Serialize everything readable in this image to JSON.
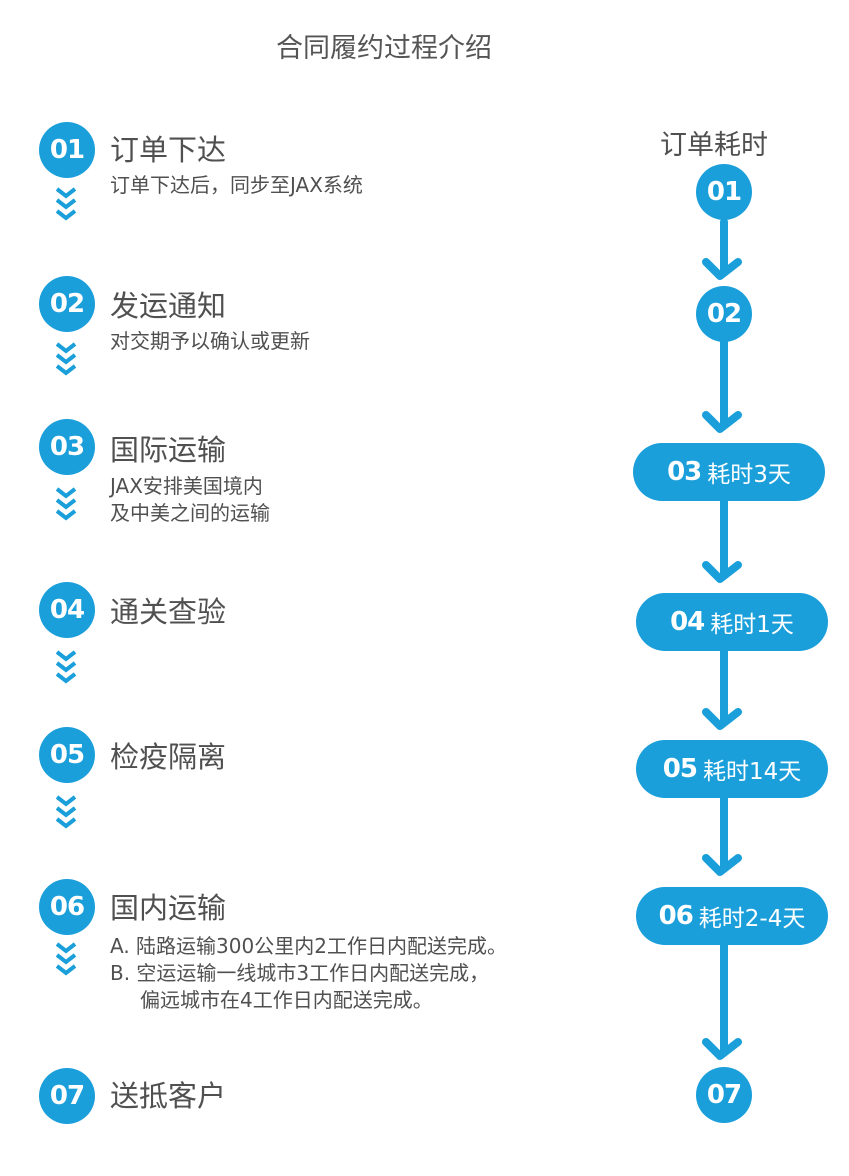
{
  "title": "合同履约过程介绍",
  "right_heading": "订单耗时",
  "steps": [
    {
      "num": "01",
      "title": "订单下达",
      "desc": [
        "订单下达后，同步至JAX系统"
      ]
    },
    {
      "num": "02",
      "title": "发运通知",
      "desc": [
        "对交期予以确认或更新"
      ]
    },
    {
      "num": "03",
      "title": "国际运输",
      "desc": [
        "JAX安排美国境内",
        "及中美之间的运输"
      ]
    },
    {
      "num": "04",
      "title": "通关查验",
      "desc": []
    },
    {
      "num": "05",
      "title": "检疫隔离",
      "desc": []
    },
    {
      "num": "06",
      "title": "国内运输",
      "desc": [
        "A. 陆路运输300公里内2工作日内配送完成。",
        "B. 空运运输一线城市3工作日内配送完成，",
        "偏远城市在4工作日内配送完成。"
      ]
    },
    {
      "num": "07",
      "title": "送抵客户",
      "desc": []
    }
  ],
  "timeline": [
    {
      "num": "01",
      "duration": ""
    },
    {
      "num": "02",
      "duration": ""
    },
    {
      "num": "03",
      "duration": "耗时3天"
    },
    {
      "num": "04",
      "duration": "耗时1天"
    },
    {
      "num": "05",
      "duration": "耗时14天"
    },
    {
      "num": "06",
      "duration": "耗时2-4天"
    },
    {
      "num": "07",
      "duration": ""
    }
  ],
  "colors": {
    "accent": "#1a9fdb",
    "text": "#505050"
  }
}
